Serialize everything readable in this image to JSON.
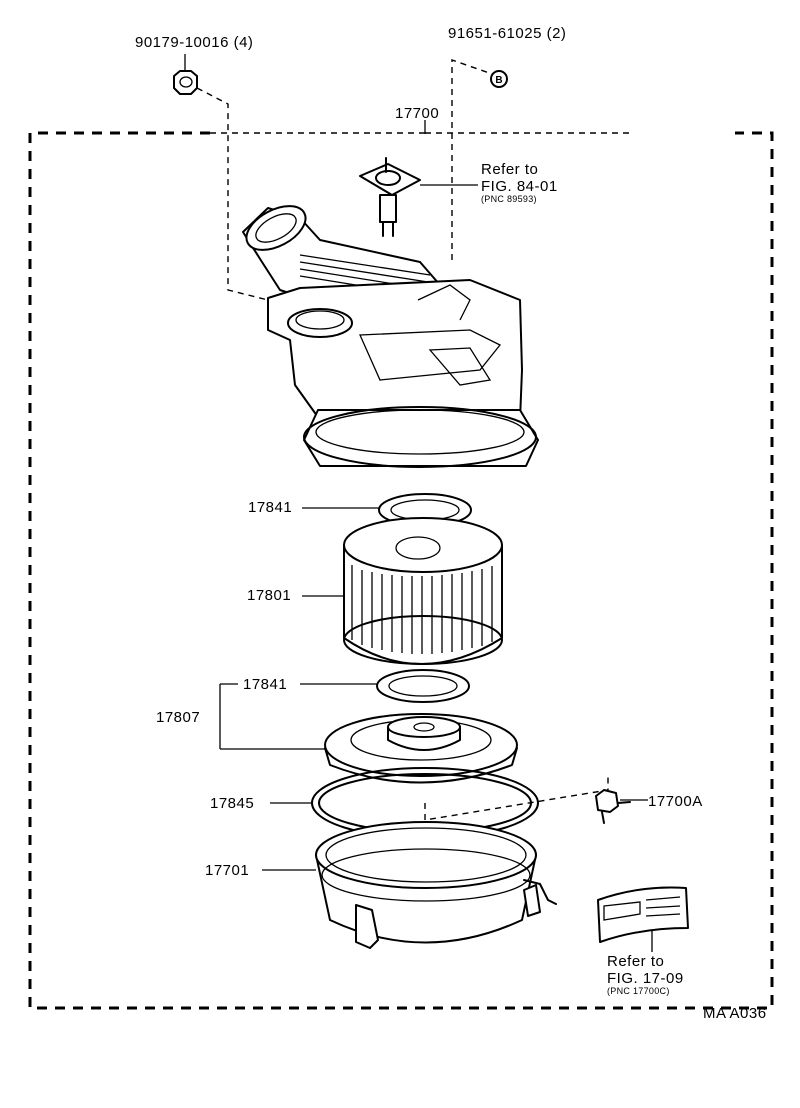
{
  "parts": {
    "nut": {
      "number": "90179-10016",
      "qty": "(4)"
    },
    "clip_b": {
      "number": "91651-61025",
      "qty": "(2)",
      "marker": "B"
    },
    "air_cleaner_assy": {
      "number": "17700"
    },
    "gasket_upper": {
      "number": "17841"
    },
    "element": {
      "number": "17801"
    },
    "gasket_lower": {
      "number": "17841"
    },
    "element_set": {
      "number": "17807"
    },
    "packing": {
      "number": "17845"
    },
    "case": {
      "number": "17701"
    },
    "clamp": {
      "number": "17700A"
    }
  },
  "references": {
    "sensor": {
      "line1": "Refer to",
      "line2": "FIG. 84-01",
      "line3": "(PNC 89593)"
    },
    "label_plate": {
      "line1": "Refer to",
      "line2": "FIG. 17-09",
      "line3": "(PNC 17700C)"
    }
  },
  "figure_code": "MA A036"
}
